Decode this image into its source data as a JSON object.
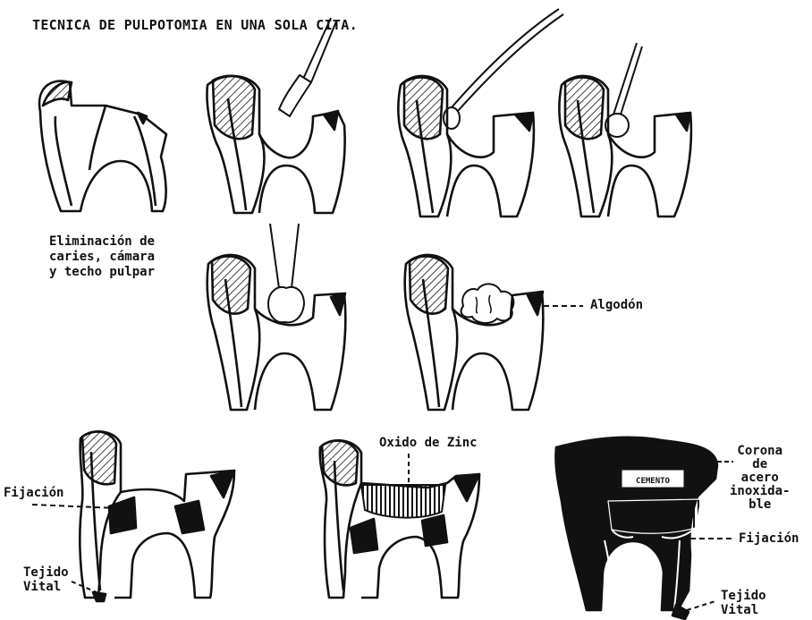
{
  "title": "TECNICA DE PULPOTOMIA EN UNA SOLA CITA.",
  "caption_step1": "Eliminación de\ncaries, cámara\ny techo pulpar",
  "labels": {
    "algodon": "Algodón",
    "oxido_zinc": "Oxido de Zinc",
    "fijacion_left": "Fijación",
    "tejido_vital_left": "Tejido\nVital",
    "corona": "Corona\nde\nacero\ninoxida-\nble",
    "fijacion_right": "Fijación",
    "tejido_vital_right": "Tejido\nVital",
    "cemento": "CEMENTO"
  }
}
